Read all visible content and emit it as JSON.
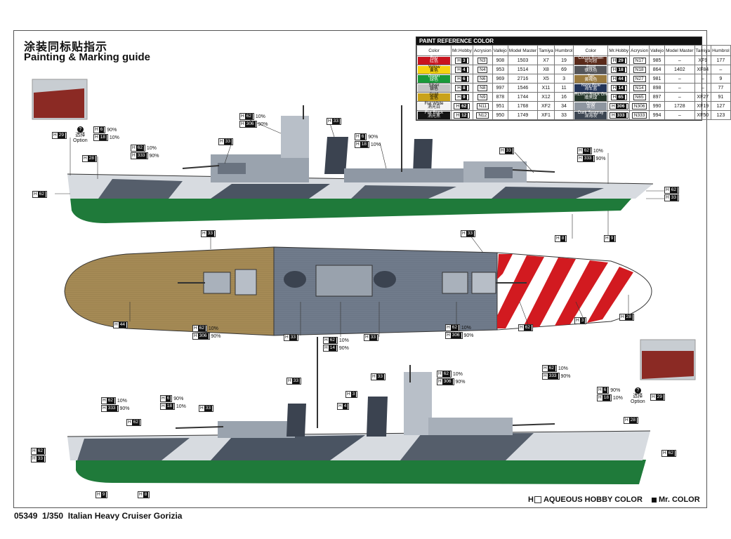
{
  "header": {
    "title_cn": "涂装同标贴指示",
    "title_en": "Painting & Marking guide"
  },
  "paint_table": {
    "title": "PAINT REFERENCE COLOR",
    "columns": [
      "Color",
      "Mr.Hobby",
      "Acrysion",
      "Vallejo",
      "Model Master",
      "Tamiya",
      "Humbrol"
    ],
    "left": [
      {
        "name": "Red",
        "cn": "红色",
        "color": "#c8141e",
        "h": "3",
        "n": "3",
        "vallejo": "908",
        "mm": "1503",
        "tamiya": "X7",
        "humbrol": "19"
      },
      {
        "name": "Yellow",
        "cn": "黄色",
        "color": "#f5d312",
        "h": "4",
        "n": "4",
        "vallejo": "953",
        "mm": "1514",
        "tamiya": "X8",
        "humbrol": "69"
      },
      {
        "name": "Green",
        "cn": "绿色",
        "color": "#1a9a3a",
        "h": "6",
        "n": "6",
        "vallejo": "969",
        "mm": "2716",
        "tamiya": "X5",
        "humbrol": "3"
      },
      {
        "name": "Silver",
        "cn": "银色",
        "color": "#c4c4c4",
        "h": "8",
        "n": "8",
        "vallejo": "997",
        "mm": "1546",
        "tamiya": "X11",
        "humbrol": "11"
      },
      {
        "name": "Gold",
        "cn": "金色",
        "color": "#c9a21a",
        "h": "9",
        "n": "9",
        "vallejo": "878",
        "mm": "1744",
        "tamiya": "X12",
        "humbrol": "16"
      },
      {
        "name": "Flat White",
        "cn": "消光白",
        "color": "#f2f2f2",
        "h": "62",
        "n": "11",
        "vallejo": "951",
        "mm": "1768",
        "tamiya": "XF2",
        "humbrol": "34"
      },
      {
        "name": "Flat Black",
        "cn": "消光黑",
        "color": "#151515",
        "h": "12",
        "n": "12",
        "vallejo": "950",
        "mm": "1749",
        "tamiya": "XF1",
        "humbrol": "33"
      }
    ],
    "right": [
      {
        "name": "Cocoa Brown",
        "cn": "可可棕",
        "color": "#5a2a1a",
        "h": "29",
        "n": "17",
        "vallejo": "985",
        "mm": "–",
        "tamiya": "XF9",
        "humbrol": "177"
      },
      {
        "name": "Steel",
        "cn": "钢铁色",
        "color": "#55565a",
        "h": "18",
        "n": "18",
        "vallejo": "864",
        "mm": "1402",
        "tamiya": "XF84",
        "humbrol": "–"
      },
      {
        "name": "Tan",
        "cn": "黄褐色",
        "color": "#9a7a3e",
        "h": "44",
        "n": "27",
        "vallejo": "981",
        "mm": "–",
        "tamiya": "–",
        "humbrol": "9"
      },
      {
        "name": "Navy Blue",
        "cn": "海军蓝",
        "color": "#23355a",
        "h": "14",
        "n": "14",
        "vallejo": "898",
        "mm": "–",
        "tamiya": "–",
        "humbrol": "77"
      },
      {
        "name": "RLM70 Black Green",
        "cn": "暗黑绿",
        "color": "#24362a",
        "h": "65",
        "n": "65",
        "vallejo": "897",
        "mm": "–",
        "tamiya": "XF27",
        "humbrol": "91"
      },
      {
        "name": "Gray",
        "cn": "灰色",
        "color": "#8e96a0",
        "h": "306",
        "n": "306",
        "vallejo": "990",
        "mm": "1728",
        "tamiya": "XF19",
        "humbrol": "127"
      },
      {
        "name": "Dark Seagray",
        "cn": "深海灰",
        "color": "#3d4652",
        "h": "333",
        "n": "333",
        "vallejo": "994",
        "mm": "–",
        "tamiya": "XF50",
        "humbrol": "123"
      }
    ]
  },
  "callouts": {
    "hull_black": "29",
    "red_roof": "62",
    "ten": "10%",
    "ninety": "90%",
    "c_30": "33",
    "c_28": "28",
    "c_62": "62",
    "c_6": "6",
    "c_18": "18",
    "c_8": "8",
    "c_9": "9",
    "c_44": "44",
    "c_306": "306",
    "c_333": "333",
    "c_14": "14",
    "c_3": "3",
    "c_4": "4",
    "option_cn": "选择",
    "option_en": "Option",
    "q": "?"
  },
  "legend": {
    "aqueous": "AQUEOUS HOBBY COLOR",
    "mr": "Mr. COLOR",
    "h_prefix": "H",
    "n_prefix": "N"
  },
  "footer": {
    "code": "05349",
    "scale": "1/350",
    "name": "Italian Heavy Cruiser Gorizia"
  },
  "colors": {
    "hull_green": "#1f7a3a",
    "deck_tan": "#9b7f4a",
    "deck_gray": "#6f7a8a",
    "camo_light": "#d7dbe0",
    "camo_dark": "#555e6b",
    "stripe_red": "#d21a20"
  }
}
